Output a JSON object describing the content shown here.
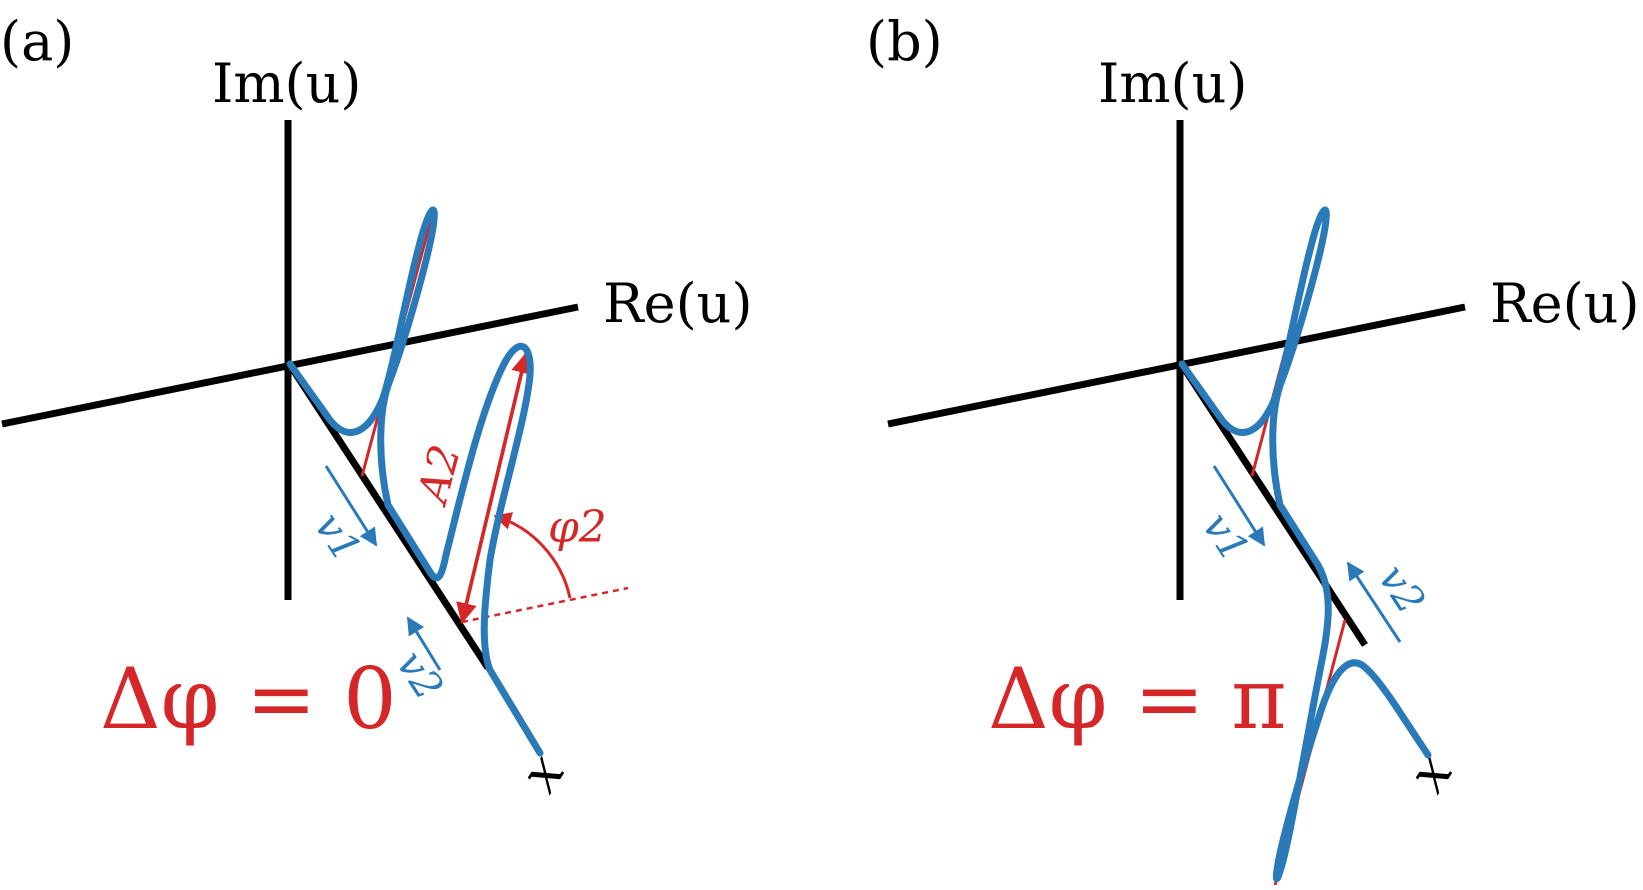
{
  "colors": {
    "axis": "#000000",
    "curve": "#2a7ab9",
    "red": "#d62728"
  },
  "panel_a": {
    "label": "(a)",
    "im_axis": "Im(u)",
    "re_axis": "Re(u)",
    "x_axis": "x",
    "v1": "v1",
    "v2": "v2",
    "amplitude": "A2",
    "phase": "φ2",
    "delta_phi": "Δφ = 0"
  },
  "panel_b": {
    "label": "(b)",
    "im_axis": "Im(u)",
    "re_axis": "Re(u)",
    "x_axis": "x",
    "v1": "v1",
    "v2": "v2",
    "delta_phi": "Δφ = π"
  }
}
